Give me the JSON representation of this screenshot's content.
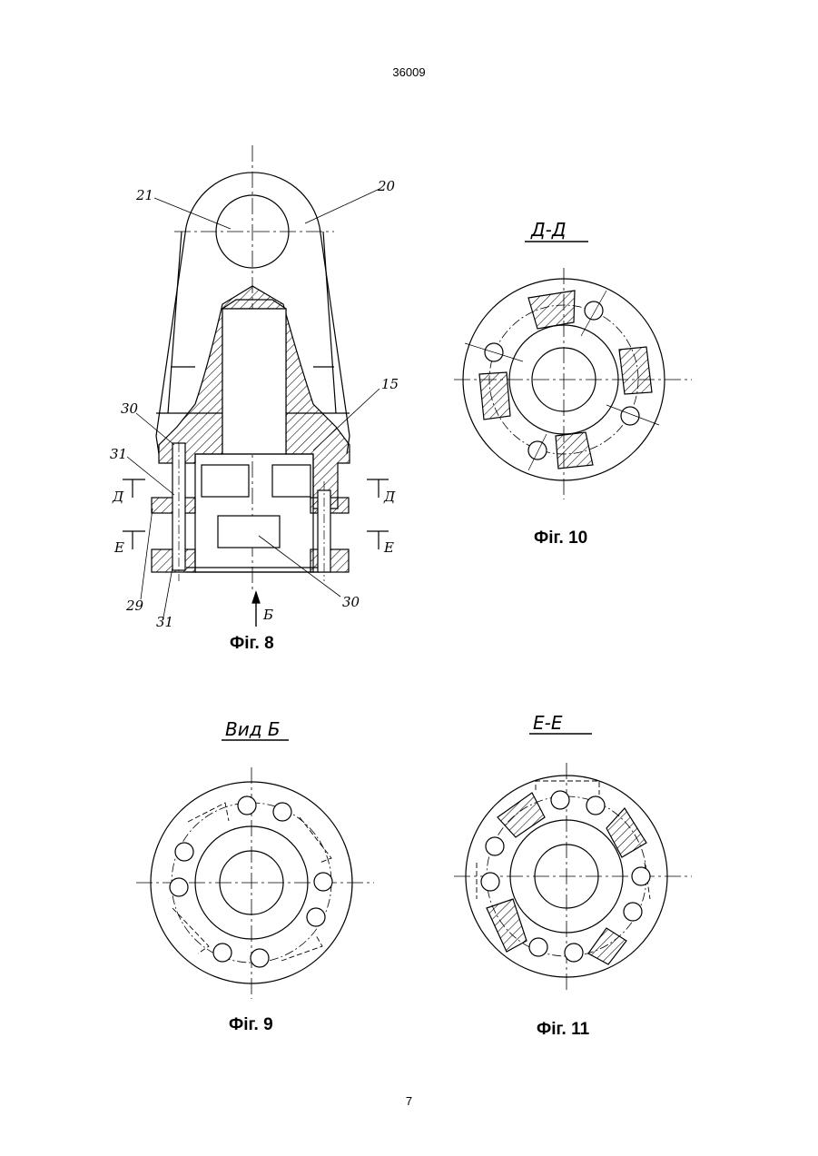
{
  "header": {
    "document_number": "36009"
  },
  "footer": {
    "page_number": "7"
  },
  "figures": {
    "fig8": {
      "caption": "Фіг. 8",
      "labels": {
        "l21": "21",
        "l20": "20",
        "l15": "15",
        "l30a": "30",
        "l31a": "31",
        "lDa": "Д",
        "lDb": "Д",
        "lEa": "Е",
        "lEb": "Е",
        "l29": "29",
        "l31b": "31",
        "l30b": "30",
        "lB": "Б"
      }
    },
    "fig9": {
      "title": "Вид Б",
      "caption": "Фіг. 9"
    },
    "fig10": {
      "title": "Д-Д",
      "caption": "Фіг. 10"
    },
    "fig11": {
      "title": "Е-Е",
      "caption": "Фіг. 11"
    }
  }
}
